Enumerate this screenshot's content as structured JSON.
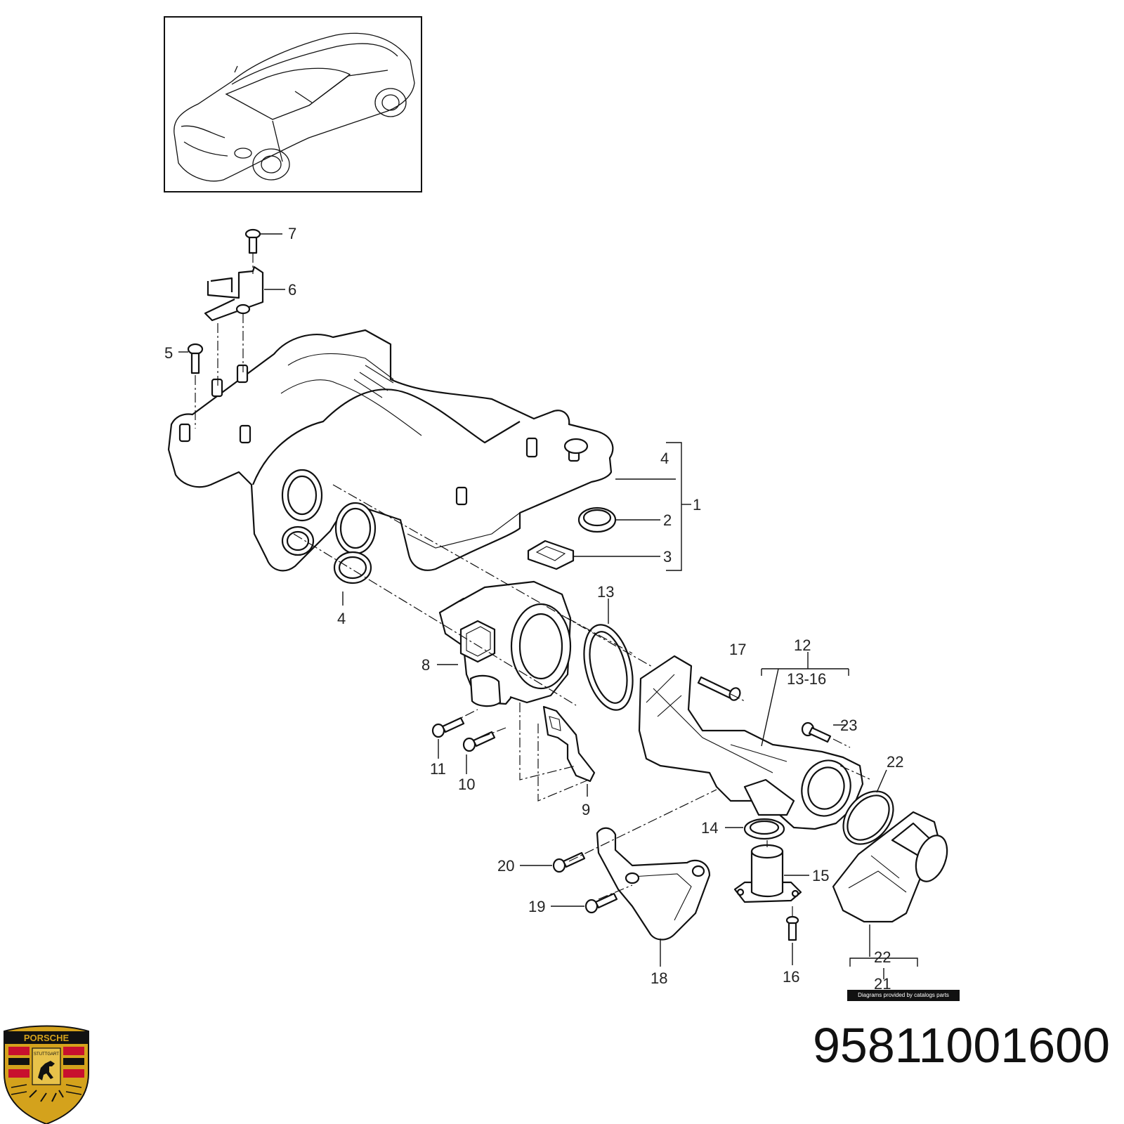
{
  "diagram": {
    "callouts": [
      "7",
      "6",
      "5",
      "4",
      "2",
      "1",
      "3",
      "4",
      "13",
      "8",
      "17",
      "12",
      "13-16",
      "23",
      "22",
      "11",
      "10",
      "9",
      "14",
      "15",
      "20",
      "19",
      "18",
      "16",
      "22",
      "21"
    ]
  },
  "footer": {
    "part_number": "95811001600",
    "credit": "Diagrams provided by catalogs parts"
  },
  "logo": {
    "brand": "PORSCHE",
    "city": "STUTTGART",
    "colors": {
      "gold": "#d4a21c",
      "red": "#c8102e",
      "black": "#111111"
    }
  }
}
